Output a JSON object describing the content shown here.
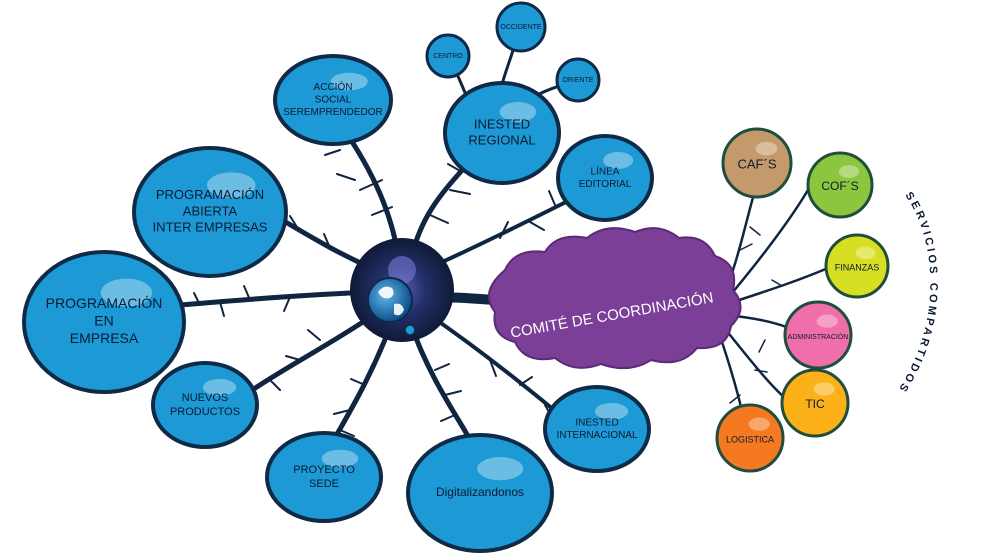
{
  "left_bubbles": [
    {
      "id": "accion-social",
      "lines": [
        "ACCIÓN",
        "SOCIAL",
        "SEREMPRENDEDOR"
      ]
    },
    {
      "id": "programacion-abierta",
      "lines": [
        "PROGRAMACIÓN",
        "ABIERTA",
        "INTER EMPRESAS"
      ]
    },
    {
      "id": "programacion-en-empresa",
      "lines": [
        "PROGRAMACIÓN",
        "EN",
        "EMPRESA"
      ]
    },
    {
      "id": "nuevos-productos",
      "lines": [
        "NUEVOS",
        "PRODUCTOS"
      ]
    },
    {
      "id": "proyecto-sede",
      "lines": [
        "PROYECTO",
        "SEDE"
      ]
    },
    {
      "id": "digitalizandonos",
      "lines": [
        "Digitalizandonos"
      ]
    },
    {
      "id": "inested-internacional",
      "lines": [
        "INESTED",
        "INTERNACIONAL"
      ]
    },
    {
      "id": "linea-editorial",
      "lines": [
        "LÍNEA",
        "EDITORIAL"
      ]
    },
    {
      "id": "inested-regional",
      "lines": [
        "INESTED",
        "REGIONAL"
      ]
    }
  ],
  "regional_sub": [
    {
      "id": "centro",
      "label": "CENTRO"
    },
    {
      "id": "occidente",
      "label": "OCCIDENTE"
    },
    {
      "id": "oriente",
      "label": "ORIENTE"
    }
  ],
  "center": {
    "label": "COMITÉ DE COORDINACIÓN"
  },
  "services": [
    {
      "id": "cafs",
      "label": "CAF´S",
      "color": "#c49a6c"
    },
    {
      "id": "cofs",
      "label": "COF´S",
      "color": "#8cc63f"
    },
    {
      "id": "finanzas",
      "label": "FINANZAS",
      "color": "#d7df23"
    },
    {
      "id": "administracion",
      "label": "ADMINISTRACIÓN",
      "color": "#f06eaa"
    },
    {
      "id": "tic",
      "label": "TIC",
      "color": "#fbb117"
    },
    {
      "id": "logistica",
      "label": "LOGISTICA",
      "color": "#f47920"
    }
  ],
  "services_title": "SERVICIOS COMPARTIDOS",
  "colors": {
    "bubble_fill": "#1d9ad6",
    "bubble_stroke": "#0f2a47",
    "neuron": "#0f2540",
    "cloud": "#7b3f98",
    "globe": "#1b75bc"
  }
}
